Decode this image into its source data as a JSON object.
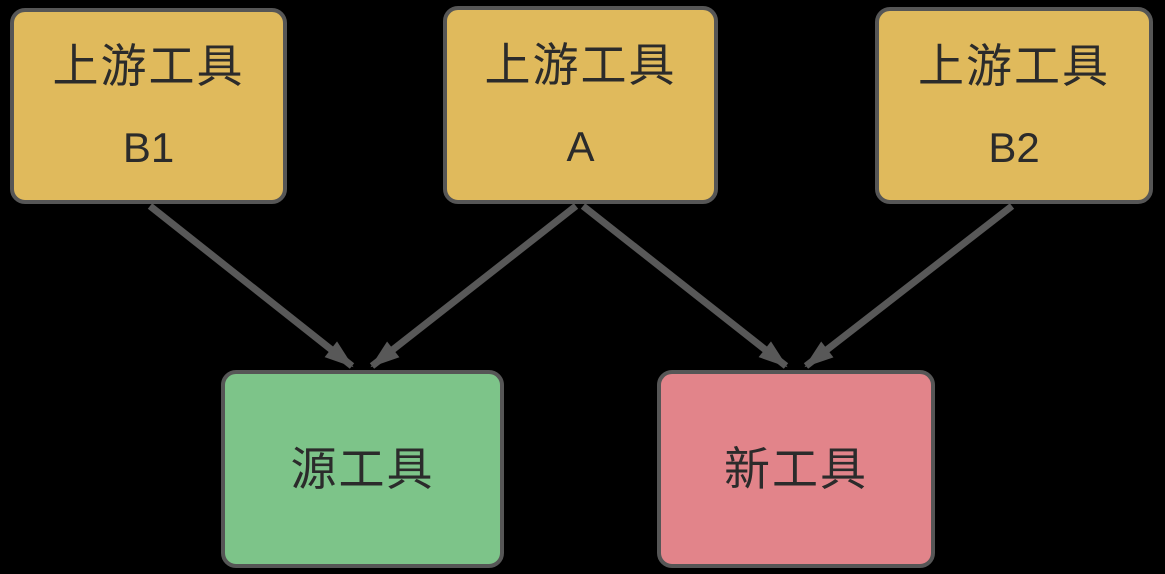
{
  "diagram": {
    "colors": {
      "background": "#000000",
      "node_border": "#565656",
      "arrow": "#585858",
      "text": "#2b2b2b",
      "upstream_fill": "#e0ba5c",
      "source_fill": "#7dc489",
      "new_fill": "#e2848a"
    },
    "nodes": [
      {
        "id": "upstream-b1",
        "line1": "上游工具",
        "line2": "B1",
        "fill": "#e0ba5c"
      },
      {
        "id": "upstream-a",
        "line1": "上游工具",
        "line2": "A",
        "fill": "#e0ba5c"
      },
      {
        "id": "upstream-b2",
        "line1": "上游工具",
        "line2": "B2",
        "fill": "#e0ba5c"
      },
      {
        "id": "source-tool",
        "label": "源工具",
        "fill": "#7dc489"
      },
      {
        "id": "new-tool",
        "label": "新工具",
        "fill": "#e2848a"
      }
    ],
    "edges": [
      {
        "from": "上游工具 B1",
        "to": "源工具"
      },
      {
        "from": "上游工具 A",
        "to": "源工具"
      },
      {
        "from": "上游工具 A",
        "to": "新工具"
      },
      {
        "from": "上游工具 B2",
        "to": "新工具"
      }
    ]
  }
}
